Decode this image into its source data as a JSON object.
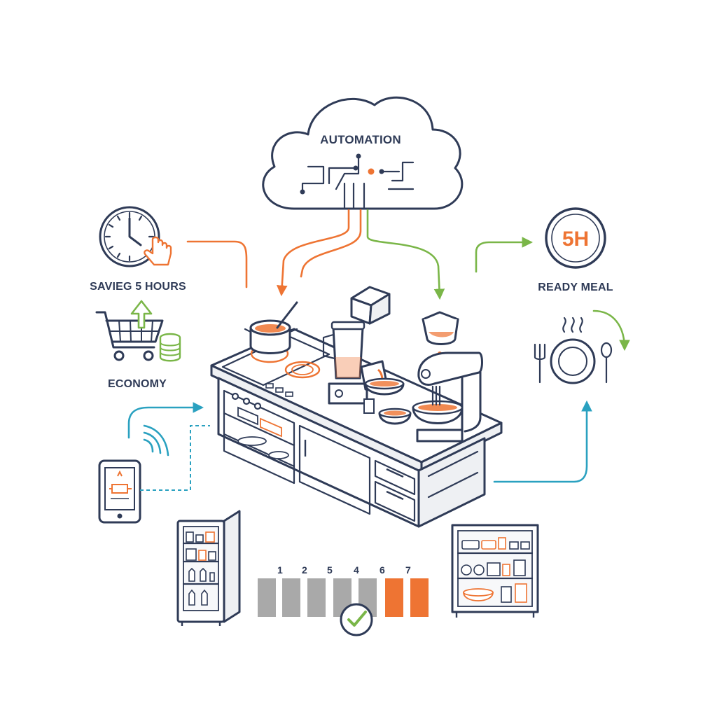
{
  "cloud": {
    "title": "AUTOMATION"
  },
  "left": {
    "time_label": "SAVIEG 5 HOURS",
    "economy_label": "ECONOMY"
  },
  "right": {
    "badge_text": "5H",
    "ready_label": "READY MEAL"
  },
  "progress": {
    "step_numbers": [
      "1",
      "2",
      "5",
      "4",
      "6",
      "7"
    ]
  },
  "colors": {
    "accent_orange": "#ee7433",
    "accent_green": "#7ab648",
    "accent_blue": "#2aa1c0",
    "outline": "#2f3b57",
    "bar_gray": "#a9a9a9"
  }
}
